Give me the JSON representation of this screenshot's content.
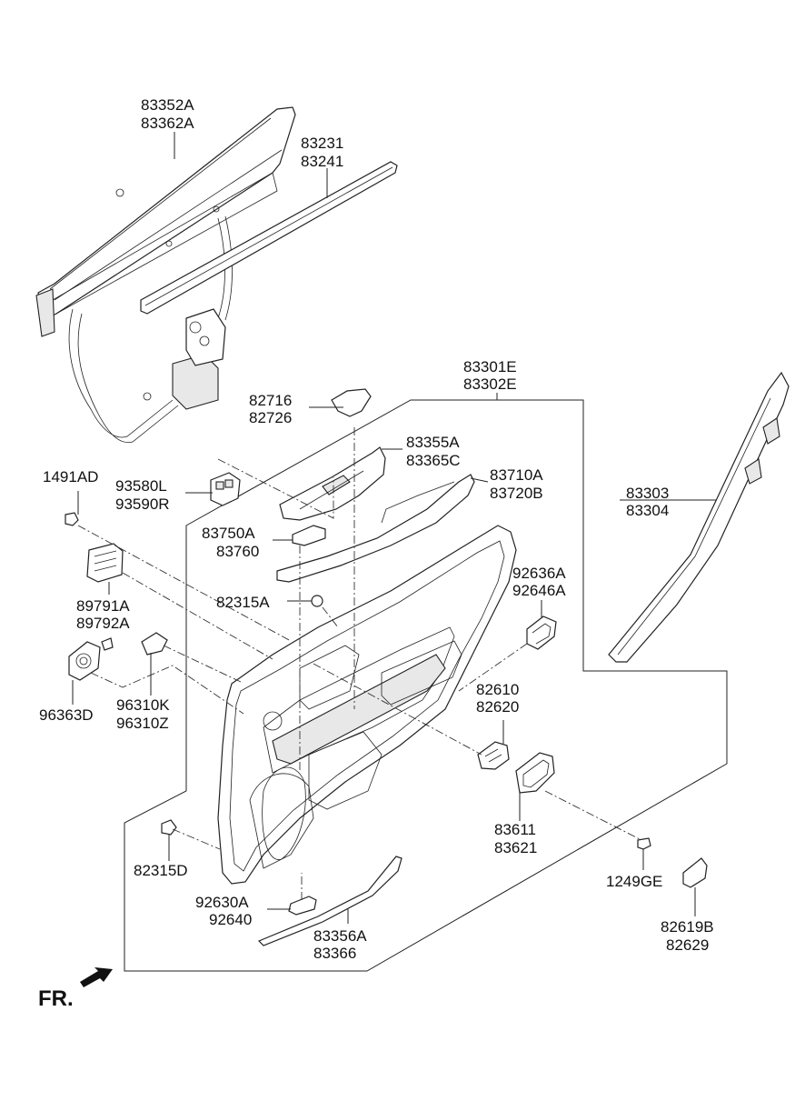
{
  "labels": {
    "l83352A": "83352A",
    "l83362A": "83362A",
    "l83231": "83231",
    "l83241": "83241",
    "l83301E": "83301E",
    "l83302E": "83302E",
    "l82716": "82716",
    "l82726": "82726",
    "l83355A": "83355A",
    "l83365C": "83365C",
    "l83710A": "83710A",
    "l83720B": "83720B",
    "l1491AD": "1491AD",
    "l93580L": "93580L",
    "l93590R": "93590R",
    "l83303": "83303",
    "l83304": "83304",
    "l83750A": "83750A",
    "l83760": "83760",
    "l92636A": "92636A",
    "l92646A": "92646A",
    "l82315A": "82315A",
    "l89791A": "89791A",
    "l89792A": "89792A",
    "l82610": "82610",
    "l82620": "82620",
    "l96363D": "96363D",
    "l96310K": "96310K",
    "l96310Z": "96310Z",
    "l83611": "83611",
    "l83621": "83621",
    "l82315D": "82315D",
    "l1249GE": "1249GE",
    "l92630A": "92630A",
    "l92640": "92640",
    "l83356A": "83356A",
    "l83366": "83366",
    "l82619B": "82619B",
    "l82629": "82629",
    "fr": "FR."
  }
}
